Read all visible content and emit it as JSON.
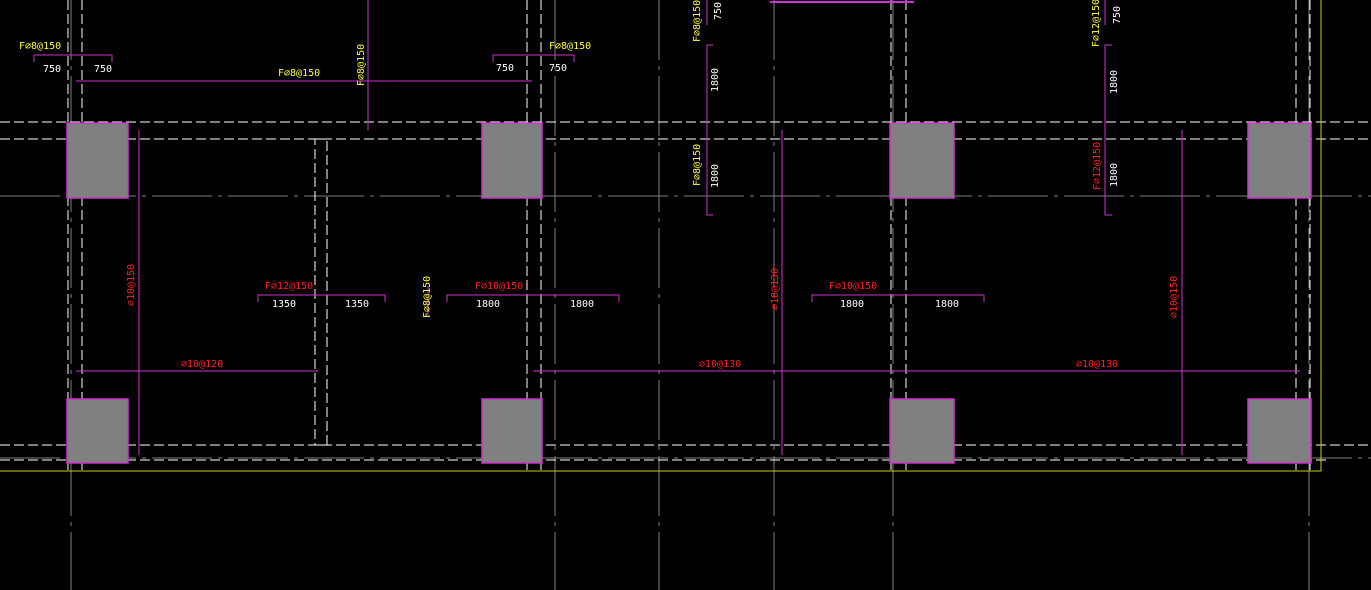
{
  "colors": {
    "background": "#000000",
    "column_fill": "#808080",
    "column_border": "#cc33cc",
    "rebar_line": "#cc33cc",
    "label_top": "#ffff33",
    "label_bottom": "#ff2020",
    "dimension_text": "#ffffff",
    "dashed_line": "#ffffff",
    "grid_line": "#808080",
    "boundary_line": "#cccc00"
  },
  "labels": {
    "top_left_corner": "F⌀8@150",
    "top_left_dim_a": "750",
    "top_left_dim_b": "750",
    "top_span_1": "F⌀8@150",
    "top_vertical_1": "F⌀8@150",
    "top_right_corner_1": "F⌀8@150",
    "top_right_dim_a_1": "750",
    "top_right_dim_b_1": "750",
    "vertical_mid_label": "F⌀8@150",
    "vertical_mid_dim_top": "750",
    "vertical_mid_dim_a": "1800",
    "vertical_mid_dim_b": "1800",
    "vertical_mid_label_2": "F⌀8@150",
    "vertical_right_label": "F⌀12@150",
    "vertical_right_dim_top": "750",
    "vertical_right_dim_a": "1800",
    "vertical_right_dim_b": "1800",
    "vertical_right_label_2": "F⌀12@150",
    "left_bay_vertical": "⌀10@150",
    "left_bay_bottom": "⌀10@120",
    "mid_span_label_1": "F⌀12@150",
    "mid_span_dim_1a": "1350",
    "mid_span_dim_1b": "1350",
    "mid_vertical_small": "F⌀8@150",
    "mid_span_label_2": "F⌀10@150",
    "mid_span_dim_2a": "1800",
    "mid_span_dim_2b": "1800",
    "center_vertical": "⌀10@130",
    "center_bottom": "⌀10@130",
    "right_span_label": "F⌀10@150",
    "right_span_dim_a": "1800",
    "right_span_dim_b": "1800",
    "right_vertical": "⌀10@150",
    "right_bottom": "⌀10@130"
  }
}
